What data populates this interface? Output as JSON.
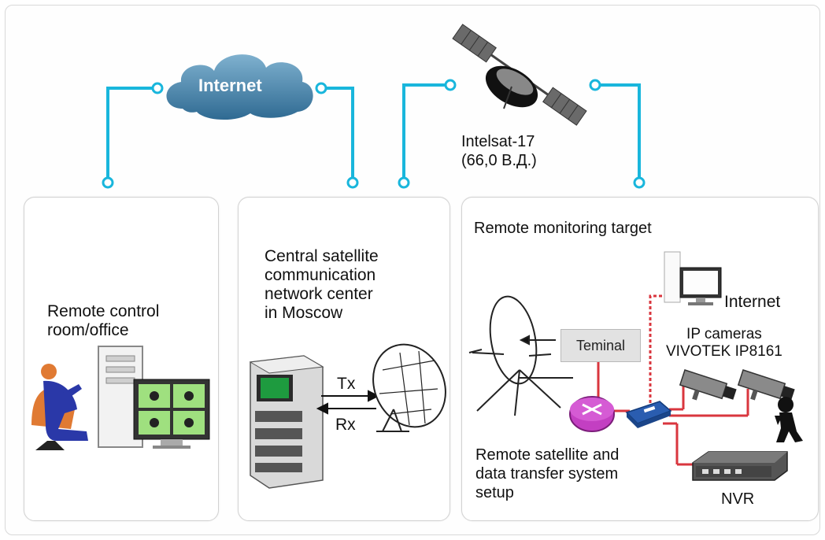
{
  "cloud_label": "Internet",
  "satellite_label": "Intelsat-17\n(66,0 В.Д.)",
  "panels": {
    "remote_control": {
      "label": "Remote control\nroom/office"
    },
    "central": {
      "label": "Central satellite\ncommunication\nnetwork center\nin Moscow",
      "tx": "Tx",
      "rx": "Rx"
    },
    "target": {
      "title": "Remote monitoring target",
      "internet": "Internet",
      "ip_cameras": "IP cameras\nVIVOTEK IP8161",
      "terminal": "Teminal",
      "setup": "Remote satellite and\ndata transfer system\nsetup",
      "nvr": "NVR"
    }
  },
  "colors": {
    "link_line": "#19b6dc",
    "cloud": "#3f7fa8",
    "router": "#c33fc2",
    "switch": "#2a5db0",
    "red_link": "#d9363e",
    "monitor_screen": "#9fe07f"
  },
  "icons": [
    "cloud-icon",
    "satellite-icon",
    "person-icon",
    "pc-tower-icon",
    "video-monitor-icon",
    "server-rack-icon",
    "dish-antenna-icon",
    "terminal-dish-icon",
    "router-icon",
    "switch-icon",
    "ip-camera-icon",
    "nvr-icon",
    "thief-icon",
    "desktop-pc-icon"
  ]
}
